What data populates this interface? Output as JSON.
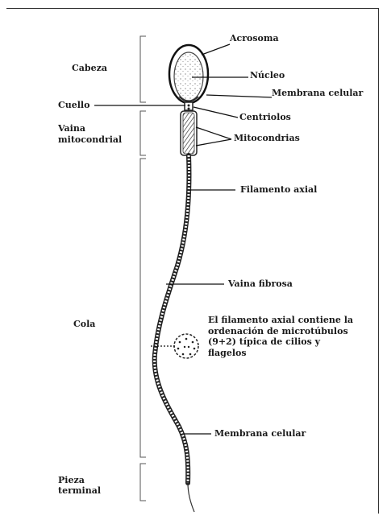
{
  "diagram": {
    "regions": {
      "head": "Cabeza",
      "neck": "Cuello",
      "sheath_line1": "Vaina",
      "sheath_line2": "mitocondrial",
      "tail": "Cola",
      "end_line1": "Pieza",
      "end_line2": "terminal"
    },
    "parts": {
      "acrosome": "Acrosoma",
      "nucleus": "Núcleo",
      "membrane_top": "Membrana celular",
      "centrioles": "Centriolos",
      "mitochondria": "Mitocondrias",
      "axial_filament": "Filamento axial",
      "fibrous_sheath": "Vaina fibrosa",
      "membrane_bottom": "Membrana celular"
    },
    "note": "El filamento axial contiene la ordenación de microtúbulos (9+2) típica de cilios y flagelos"
  }
}
